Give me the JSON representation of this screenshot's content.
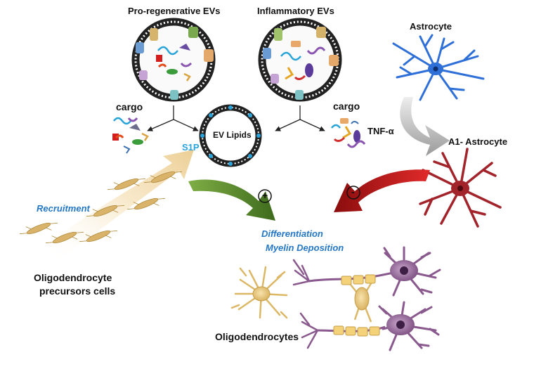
{
  "labels": {
    "pro_regenerative_evs": "Pro-regenerative EVs",
    "inflammatory_evs": "Inflammatory EVs",
    "astrocyte": "Astrocyte",
    "cargo_left": "cargo",
    "cargo_right": "cargo",
    "ev_lipids": "EV Lipids",
    "s1p": "S1P",
    "tnf_alpha": "TNF-α",
    "a1_astrocyte": "A1- Astrocyte",
    "recruitment": "Recruitment",
    "differentiation": "Differentiation",
    "myelin_deposition": "Myelin Deposition",
    "opc_line1": "Oligodendrocyte",
    "opc_line2": "precursors cells",
    "oligodendrocytes": "Oligodendrocytes",
    "plus_sign": "+",
    "minus_sign": "-"
  },
  "colors": {
    "astrocyte": "#2f6fd8",
    "a1_astrocyte": "#a3232b",
    "oligodendrocyte": "#e4c47a",
    "myelinating_cell": "#8a5a8e",
    "myelin_segment": "#f3d27a",
    "promoting_arrow": "#5c8a2c",
    "inhibiting_arrow": "#c41a1a",
    "recruitment_arrow": "#f2dbb0",
    "lipid_ring": "#2c2c2c",
    "s1p_marker": "#29a3dc",
    "emphasis_text": "#2477c4"
  }
}
